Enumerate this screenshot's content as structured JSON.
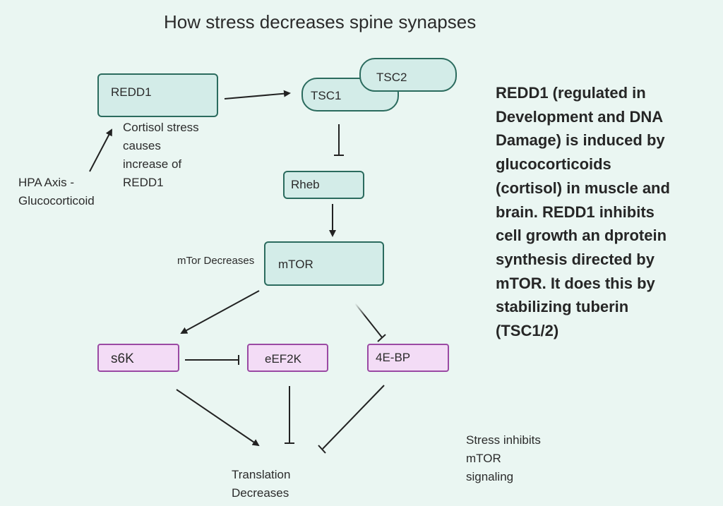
{
  "title": "How stress decreases spine synapses",
  "nodes": {
    "redd1": "REDD1",
    "tsc1": "TSC1",
    "tsc2": "TSC2",
    "rheb": "Rheb",
    "mtor": "mTOR",
    "s6k": "s6K",
    "eef2k": "eEF2K",
    "fourebp": "4E-BP"
  },
  "labels": {
    "hpa_line1": "HPA Axis -",
    "hpa_line2": "Glucocorticoid",
    "cortisol_line1": "Cortisol stress",
    "cortisol_line2": "causes",
    "cortisol_line3": "increase of",
    "cortisol_line4": "REDD1",
    "mtor_decreases": "mTor Decreases",
    "translation_line1": "Translation",
    "translation_line2": "Decreases",
    "stress_line1": "Stress inhibits",
    "stress_line2": "mTOR",
    "stress_line3": "signaling"
  },
  "description": {
    "lines": [
      "REDD1 (regulated in",
      "Development and DNA",
      "Damage) is induced by",
      "glucocorticoids",
      "(cortisol) in muscle and",
      "brain. REDD1 inhibits",
      "cell growth an dprotein",
      "synthesis directed by",
      "mTOR. It does this by",
      "stabilizing tuberin",
      "(TSC1/2)"
    ]
  },
  "edges": [
    {
      "from": "hpa-axis",
      "to": "redd1",
      "type": "activates"
    },
    {
      "from": "redd1",
      "to": "tsc1-tsc2",
      "type": "activates"
    },
    {
      "from": "tsc1-tsc2",
      "to": "rheb",
      "type": "inhibits"
    },
    {
      "from": "rheb",
      "to": "mtor",
      "type": "activates"
    },
    {
      "from": "mtor",
      "to": "s6k",
      "type": "activates"
    },
    {
      "from": "mtor",
      "to": "4e-bp",
      "type": "inhibits"
    },
    {
      "from": "s6k",
      "to": "eef2k",
      "type": "inhibits"
    },
    {
      "from": "s6k",
      "to": "translation",
      "type": "activates"
    },
    {
      "from": "eef2k",
      "to": "translation",
      "type": "inhibits"
    },
    {
      "from": "4e-bp",
      "to": "translation",
      "type": "inhibits"
    }
  ],
  "colors": {
    "background": "#eaf6f2",
    "teal_fill": "#d3ece8",
    "teal_border": "#2b6b5e",
    "purple_fill": "#f3dcf6",
    "purple_border": "#9a4aa3",
    "line": "#222222"
  }
}
